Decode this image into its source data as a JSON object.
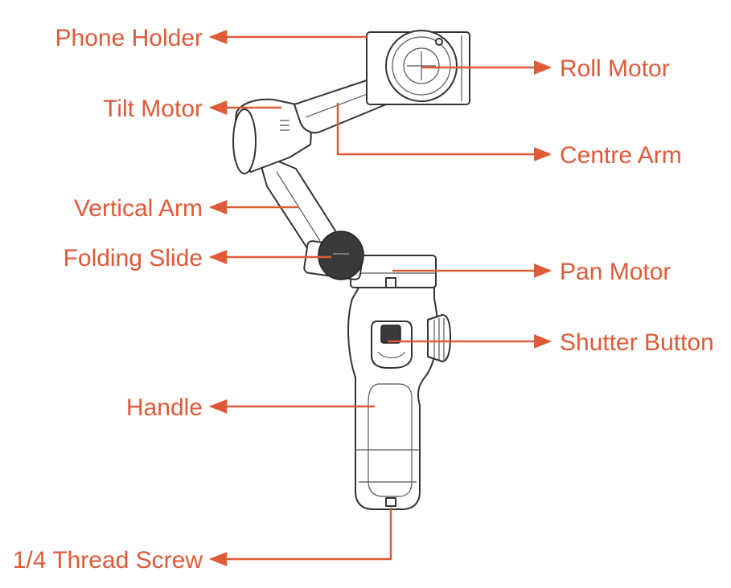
{
  "colors": {
    "label": "#de5a38",
    "device_stroke": "#333333",
    "background": "#ffffff"
  },
  "labels": {
    "phone_holder": "Phone Holder",
    "roll_motor": "Roll Motor",
    "tilt_motor": "Tilt Motor",
    "centre_arm": "Centre Arm",
    "vertical_arm": "Vertical Arm",
    "folding_slide": "Folding Slide",
    "pan_motor": "Pan Motor",
    "shutter_button": "Shutter Button",
    "handle": "Handle",
    "thread_screw": "1/4 Thread Screw"
  }
}
